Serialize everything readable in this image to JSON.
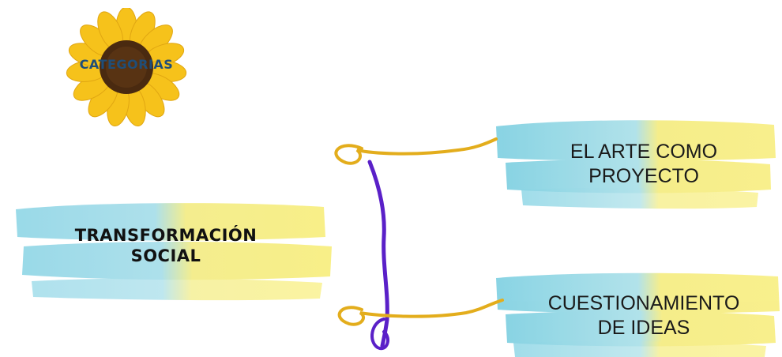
{
  "logo": {
    "label": "CATEGORIAS"
  },
  "center_node": {
    "line1": "TRANSFORMACIÓN",
    "line2": "SOCIAL"
  },
  "branches": [
    {
      "line1": "EL ARTE COMO",
      "line2": "PROYECTO"
    },
    {
      "line1": "CUESTIONAMIENTO",
      "line2": "DE IDEAS"
    }
  ],
  "colors": {
    "brush_blue": "#7fd0e0",
    "brush_yellow": "#f7ec7a",
    "connector_gold": "#e3ad1c",
    "connector_purple": "#5a20c8",
    "sunflower_petal": "#f6c21b",
    "sunflower_center": "#4a2a10",
    "logo_text": "#1f4e79"
  }
}
